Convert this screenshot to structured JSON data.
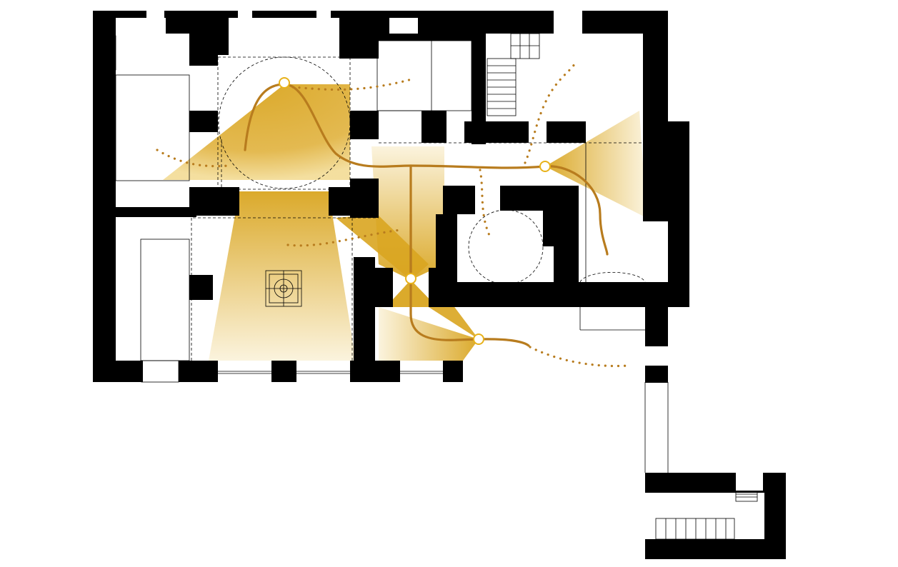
{
  "colors": {
    "background": "#ffffff",
    "wall": "#000000",
    "light_fill_strong": "#d9a520",
    "light_fill_fade": "#fbf3dc",
    "path": "#b87c1e",
    "node_ring": "#e8b21a"
  },
  "diagram": {
    "kind": "architectural floor plan with light cones and circulation paths",
    "light_cone_count": 7,
    "solid_path_count": 3,
    "dotted_path_count": 6,
    "node_count": 4
  }
}
